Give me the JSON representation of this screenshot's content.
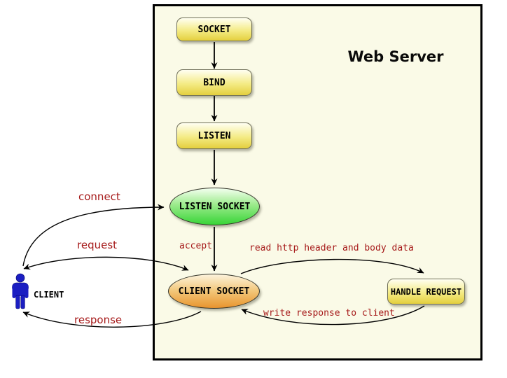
{
  "title": "Web Server",
  "nodes": {
    "socket": "SOCKET",
    "bind": "BIND",
    "listen": "LISTEN",
    "listen_socket": "LISTEN SOCKET",
    "client_socket": "CLIENT SOCKET",
    "handle_request": "HANDLE REQUEST"
  },
  "actor": {
    "label": "CLIENT"
  },
  "edges": {
    "connect": "connect",
    "request": "request",
    "response": "response",
    "accept": "accept",
    "read": "read http header and body data",
    "write": "write response to client"
  },
  "colors": {
    "panel_bg": "#fafae7",
    "node_yellow_top": "#fffff2",
    "node_yellow_bottom": "#e4cf3e",
    "ellipse_green": "#37d437",
    "ellipse_orange": "#e8942e",
    "edge_label_red": "#a61a1a",
    "actor_blue": "#1b1ec2",
    "border_black": "#000000"
  }
}
